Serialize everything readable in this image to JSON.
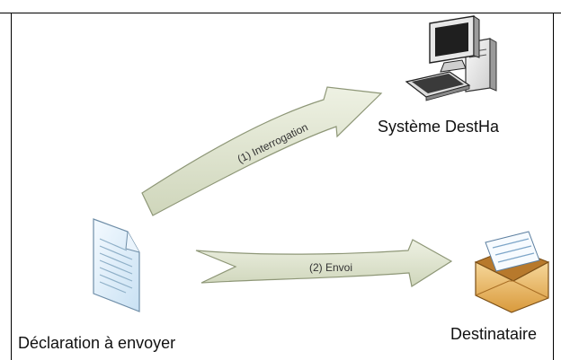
{
  "nodes": {
    "system": {
      "label": "Système DestHa",
      "icon": "desktop-computer-icon"
    },
    "recipient": {
      "label": "Destinataire",
      "icon": "open-envelope-icon"
    },
    "document": {
      "label": "Déclaration à envoyer",
      "icon": "document-icon"
    }
  },
  "arrows": [
    {
      "label": "(1) Interrogation",
      "from": "document",
      "to": "system"
    },
    {
      "label": "(2) Envoi",
      "from": "document",
      "to": "recipient"
    }
  ],
  "colors": {
    "arrow_fill": "#dde3cd",
    "arrow_stroke": "#8e9777",
    "envelope": "#e8b564",
    "document": "#dcedfa"
  }
}
